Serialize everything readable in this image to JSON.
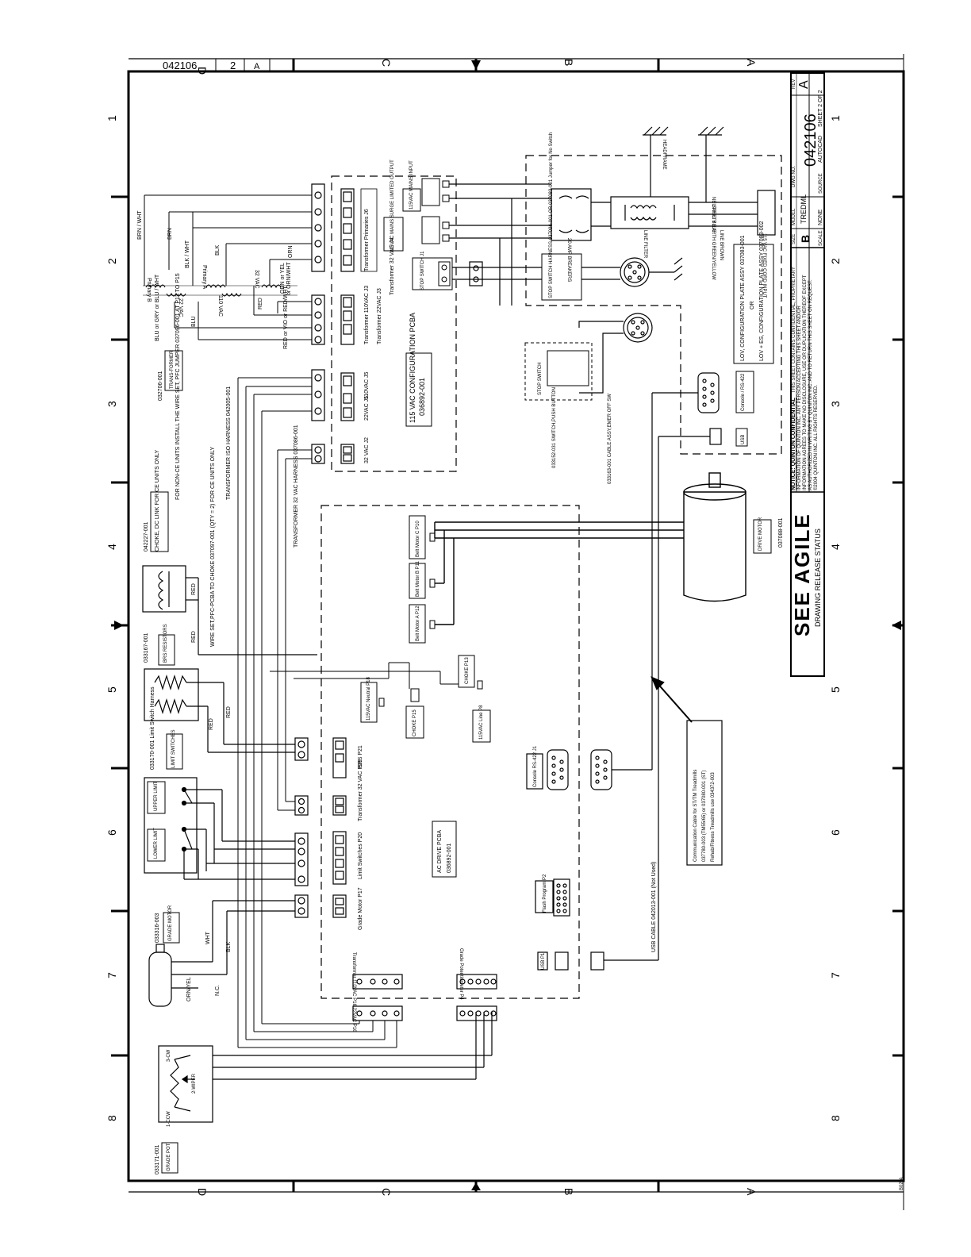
{
  "drawing": {
    "number": "042106",
    "sheet_rev_top": "2",
    "rev_top": "A",
    "rev": "A",
    "sheet": "SHEET 2 OF 2",
    "model": "TREDML",
    "size": "B",
    "scale_label": "SCALE",
    "scale": "NONE",
    "source_label": "SOURCE",
    "source": "AUTOCAD",
    "dwg_no_label": "DWG NO.",
    "rev_label": "REV",
    "model_label": "MODEL",
    "size_label": "SIZE",
    "stamp": "SEE AGILE",
    "stamp_sub": "DRAWING RELEASE STATUS",
    "corner_tag": "B02-A"
  },
  "notice": {
    "title": "NOTICE: QUINTON CONFIDENTIAL",
    "lines": [
      "THIS SHEET CONTAINS CONFIDENTIAL, PROPRIETARY",
      "INFORMATION OF QUINTON INC. ANY PERSON ACCEPTING THIS SHEET AND/OR",
      "INFORMATION AGREES TO MAKE NO DISCLOSURE, USE OR DUPLICATION THEREOF EXCEPT",
      "AS AUTHORIZED IN WRITING BY QUINTON INC. AND TO RETURN THIS SHEET ON REQUEST.",
      "©2004 QUINTON INC. ALL RIGHTS RESERVED."
    ]
  },
  "zones": {
    "columns": [
      "1",
      "2",
      "3",
      "4",
      "5",
      "6",
      "7",
      "8"
    ],
    "rows": [
      "D",
      "C",
      "B",
      "A"
    ]
  },
  "upper_board": {
    "title": "115 VAC CONFIGURATION PCBA",
    "part": "036892-001",
    "j6": "Transformer Primaries J6",
    "j4": "Transformer 32 VAC J4",
    "j3": "Transformer 110VAC J3",
    "j3b": "Transformer 22VAC J3",
    "j5a": "110VAC J5",
    "j5b": "22VAC J5",
    "j2": "32 VAC J2",
    "p1": "115VAC MAINS INPUT",
    "p3": "115VAC MAINS SURGE LIMITED OUTPUT",
    "stop": "STOP SWITCH J1"
  },
  "lower_board": {
    "title": "AC DRIVE PCBA",
    "part": "036892-001",
    "p10": "Belt Motor C P10",
    "p11": "Belt Motor B P11",
    "p12": "Belt Motor A P12",
    "p13": "CHOKE P13",
    "p15": "CHOKE P15",
    "p18": "115VAC Neutral P18",
    "p8": "115VAC Line P8",
    "p21": "BRS P21",
    "p19": "Transformer 32 VAC P19",
    "p20": "Limit Switches P20",
    "p17": "Grade Motor P17",
    "p16": "Transformer 110VAC P16 22VAC P16",
    "p4": "Grade Potentiometer P4",
    "j1": "Console RS-422 J1",
    "p2": "Flash Program P2",
    "usb": "USB P1"
  },
  "components": {
    "transformer": "TRANS-FORMER",
    "transformer_part": "032706-001",
    "choke_part": "042227-001",
    "choke_note": "CHOKE, DC LINK FOR CE UNITS ONLY",
    "jumper_note": "FOR NON-CE UNITS INSTALL THE WIRE SET, PFC JUMPER 037096-001 AT P13 TO P15",
    "wire_note": "WIRE SET,PFC-PCBA TO CHOKE 037097-001 (QTY = 2) FOR CE UNITS ONLY",
    "harness_iso": "TRANSFORMER ISO HARNESS 042005-001",
    "harness_32": "TRANSFORMER 32 VAC HARNESS 037086-001",
    "brs_part": "033167-001",
    "brs": "BRS RESISTORS",
    "limit_part": "033170-001 Limit Switch Harness",
    "limit": "LIMIT SWITCHES",
    "upper_limit": "UPPER LIMIT",
    "lower_limit": "LOWER LIMIT",
    "grade_motor_part": "033316-003",
    "grade_motor": "GRADE MOTOR",
    "grade_pot_part": "033171-001",
    "grade_pot": "GRADE POT",
    "pot_ccw": "1-CCW",
    "pot_cw": "3-CW",
    "pot_wiper": "2-WIPER",
    "drive_motor": "DRIVE MOTOR",
    "drive_motor_part": "037088-001",
    "stop_harness": "STOP SWITCH HARNESS 037096-001 OR 037083-001 Jumper for No Switch",
    "stop_switch": "STOP SWITCH",
    "stop_button": "033152-031 SWITCH,PUSH BUTTON",
    "emer_cable": "033163-001 CABLE ASSY,EMER OFF SW",
    "breakers": "20 AMP BREAKERS",
    "line_filter": "LINE FILTER",
    "power_cord": "115 VAC FIXED CORD INPUT",
    "headframe": "HEADFRAME",
    "line_brown": "LINE BROWN",
    "earth": "SAFETY EARTH GREEN/YELLOW",
    "neutral": "NEUTRAL BLUE",
    "config_plate_1": "LOV, CONFIGURATION PLATE ASSY 037083-001",
    "config_or": "OR",
    "config_plate_2": "LOV + ES, CONFIGURATION PLATE ASSY 037083-002",
    "console_port": "Console / RS-422",
    "usb_port": "USB",
    "usb_cable": "USB CABLE 042013-001 (Not Used)",
    "comm_cable_1": "Communication Cable for ST/TM Treadmills",
    "comm_cable_2": "037780-003 (TM55/65) or 037080-001 (ST)",
    "comm_cable_3": "Rehab/Fitness Treadmills use 034372-003"
  },
  "wire_labels": {
    "brn_wht": "BRN / WHT",
    "brn": "BRN",
    "blk_wht": "BLK / WHT",
    "blk": "BLK",
    "orn": "ORN",
    "orn_yel": "ORN or YEL",
    "orn_wht": "or ORN/WHT",
    "red": "RED",
    "blu": "BLU",
    "blu_gry": "BLU or GRY or BLU / WHT",
    "red_vio": "RED or VIO or RED/WHT",
    "wht": "WHT",
    "nc": "N.C.",
    "orn_yel2": "ORN/YEL",
    "primary_a": "Primary A",
    "primary_b": "Primary B",
    "v32": "32 VAC",
    "v110": "110 VAC",
    "v22": "22 VAC"
  }
}
